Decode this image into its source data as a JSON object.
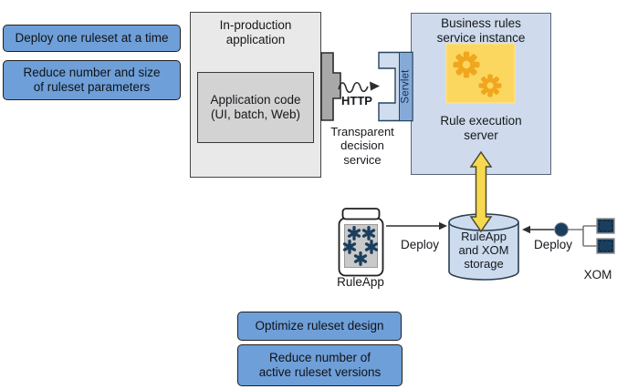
{
  "callouts": {
    "deploy_one": "Deploy one ruleset at a time",
    "reduce_params": "Reduce number and size\nof ruleset parameters",
    "optimize_design": "Optimize ruleset design",
    "reduce_versions": "Reduce number of\nactive ruleset versions"
  },
  "app": {
    "title": "In-production\napplication",
    "code": "Application code\n(UI, batch, Web)"
  },
  "connection": {
    "http": "HTTP",
    "tds": "Transparent\ndecision\nservice",
    "servlet": "Servlet"
  },
  "service": {
    "title": "Business rules\nservice instance",
    "rule_execution": "Rule execution\nserver"
  },
  "deployment": {
    "ruleapp": "RuleApp",
    "deploy_left": "Deploy",
    "storage": "RuleApp\nand XOM\nstorage",
    "deploy_right": "Deploy",
    "xom": "XOM"
  },
  "icons": {
    "gears": "gears-icon",
    "plug": "connector-plug-icon",
    "socket": "servlet-socket-icon",
    "jar": "ruleapp-jar-icon",
    "database": "storage-database-icon",
    "double_arrow": "double-arrow-icon",
    "xom_tree": "xom-model-icon"
  },
  "colors": {
    "callout_blue": "#6f9fd8",
    "panel_gray": "#e9e9e9",
    "code_gray": "#d3d3d3",
    "connector_gray": "#a8a8a8",
    "service_blue": "#cfdbec",
    "servlet_strip_blue": "#85aad8",
    "gear_panel_yellow": "#fcd75f",
    "gear_orange": "#f0a61e",
    "arrow_yellow": "#f6d94e",
    "storage_blue": "#ccdbee",
    "model_navy": "#1c3e5e"
  }
}
